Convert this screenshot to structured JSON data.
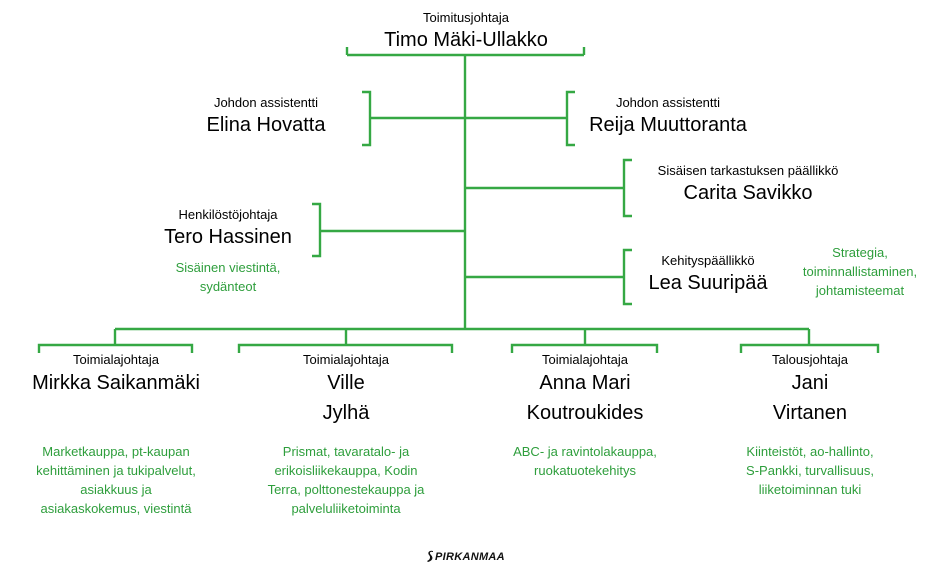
{
  "colors": {
    "line": "#35a844",
    "note_text": "#2e9e3c",
    "text": "#000000"
  },
  "ceo": {
    "role": "Toimitusjohtaja",
    "name": "Timo Mäki-Ullakko"
  },
  "staff_left": [
    {
      "role": "Johdon assistentti",
      "name": "Elina Hovatta"
    },
    {
      "role": "Henkilöstöjohtaja",
      "name": "Tero Hassinen",
      "desc": [
        "Sisäinen viestintä,",
        "sydänteot"
      ]
    }
  ],
  "staff_right": [
    {
      "role": "Johdon assistentti",
      "name": "Reija Muuttoranta"
    },
    {
      "role": "Sisäisen tarkastuksen päällikkö",
      "name": "Carita Savikko"
    },
    {
      "role": "Kehityspäällikkö",
      "name": "Lea Suuripää",
      "desc": [
        "Strategia,",
        "toiminnallistaminen,",
        "johtamisteemat"
      ]
    }
  ],
  "divisions": [
    {
      "role": "Toimialajohtaja",
      "name": [
        "Mirkka Saikanmäki"
      ],
      "desc": [
        "Marketkauppa, pt-kaupan",
        "kehittäminen ja tukipalvelut,",
        "asiakkuus ja",
        "asiakaskokemus, viestintä"
      ]
    },
    {
      "role": "Toimialajohtaja",
      "name": [
        "Ville",
        "Jylhä"
      ],
      "desc": [
        "Prismat, tavaratalo- ja",
        "erikoisliikekauppa, Kodin",
        "Terra, polttonestekauppa ja",
        "palveluliiketoiminta"
      ]
    },
    {
      "role": "Toimialajohtaja",
      "name": [
        "Anna Mari",
        "Koutroukides"
      ],
      "desc": [
        "ABC- ja ravintolakauppa,",
        "ruokatuotekehitys"
      ]
    },
    {
      "role": "Talousjohtaja",
      "name": [
        "Jani",
        "Virtanen"
      ],
      "desc": [
        "Kiinteistöt, ao-hallinto,",
        "S-Pankki, turvallisuus,",
        "liiketoiminnan tuki"
      ]
    }
  ],
  "logo": {
    "text": "PIRKANMAA"
  }
}
